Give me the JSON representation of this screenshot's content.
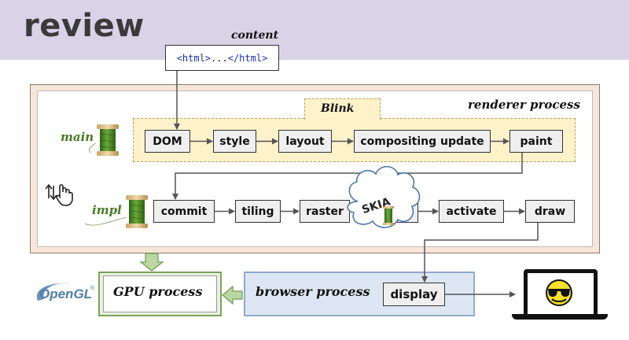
{
  "header": {
    "title": "review"
  },
  "content": {
    "label": "content",
    "open_tag": "<html>",
    "ellipsis": "...",
    "close_tag": "</html>"
  },
  "renderer": {
    "label": "renderer process"
  },
  "blink": {
    "label": "Blink"
  },
  "threads": {
    "main": "main",
    "impl": "impl"
  },
  "main_pipeline": [
    "DOM",
    "style",
    "layout",
    "compositing update",
    "paint"
  ],
  "impl_pipeline": [
    "commit",
    "tiling",
    "raster",
    "activate",
    "draw"
  ],
  "skia": {
    "label": "SKIA"
  },
  "gpu": {
    "label": "GPU process"
  },
  "browser": {
    "label": "browser process",
    "display": "display"
  },
  "opengl": {
    "label": "OpenGL",
    "trademark": "®"
  },
  "colors": {
    "header_bg": "#d9d3e8",
    "spool_thread": "#4c8a1e",
    "thread_label": "#4a7a25",
    "blink_bg": "#fdf2c9",
    "renderer_bg": "#f7e6d8",
    "gpu_border": "#7aa35a",
    "browser_bg": "#dde7f3",
    "opengl_blue": "#4f7fa8"
  },
  "icons": [
    "spool-icon",
    "touch-gesture-icon",
    "skia-cloud-icon",
    "laptop-icon",
    "cool-smiley-icon"
  ]
}
